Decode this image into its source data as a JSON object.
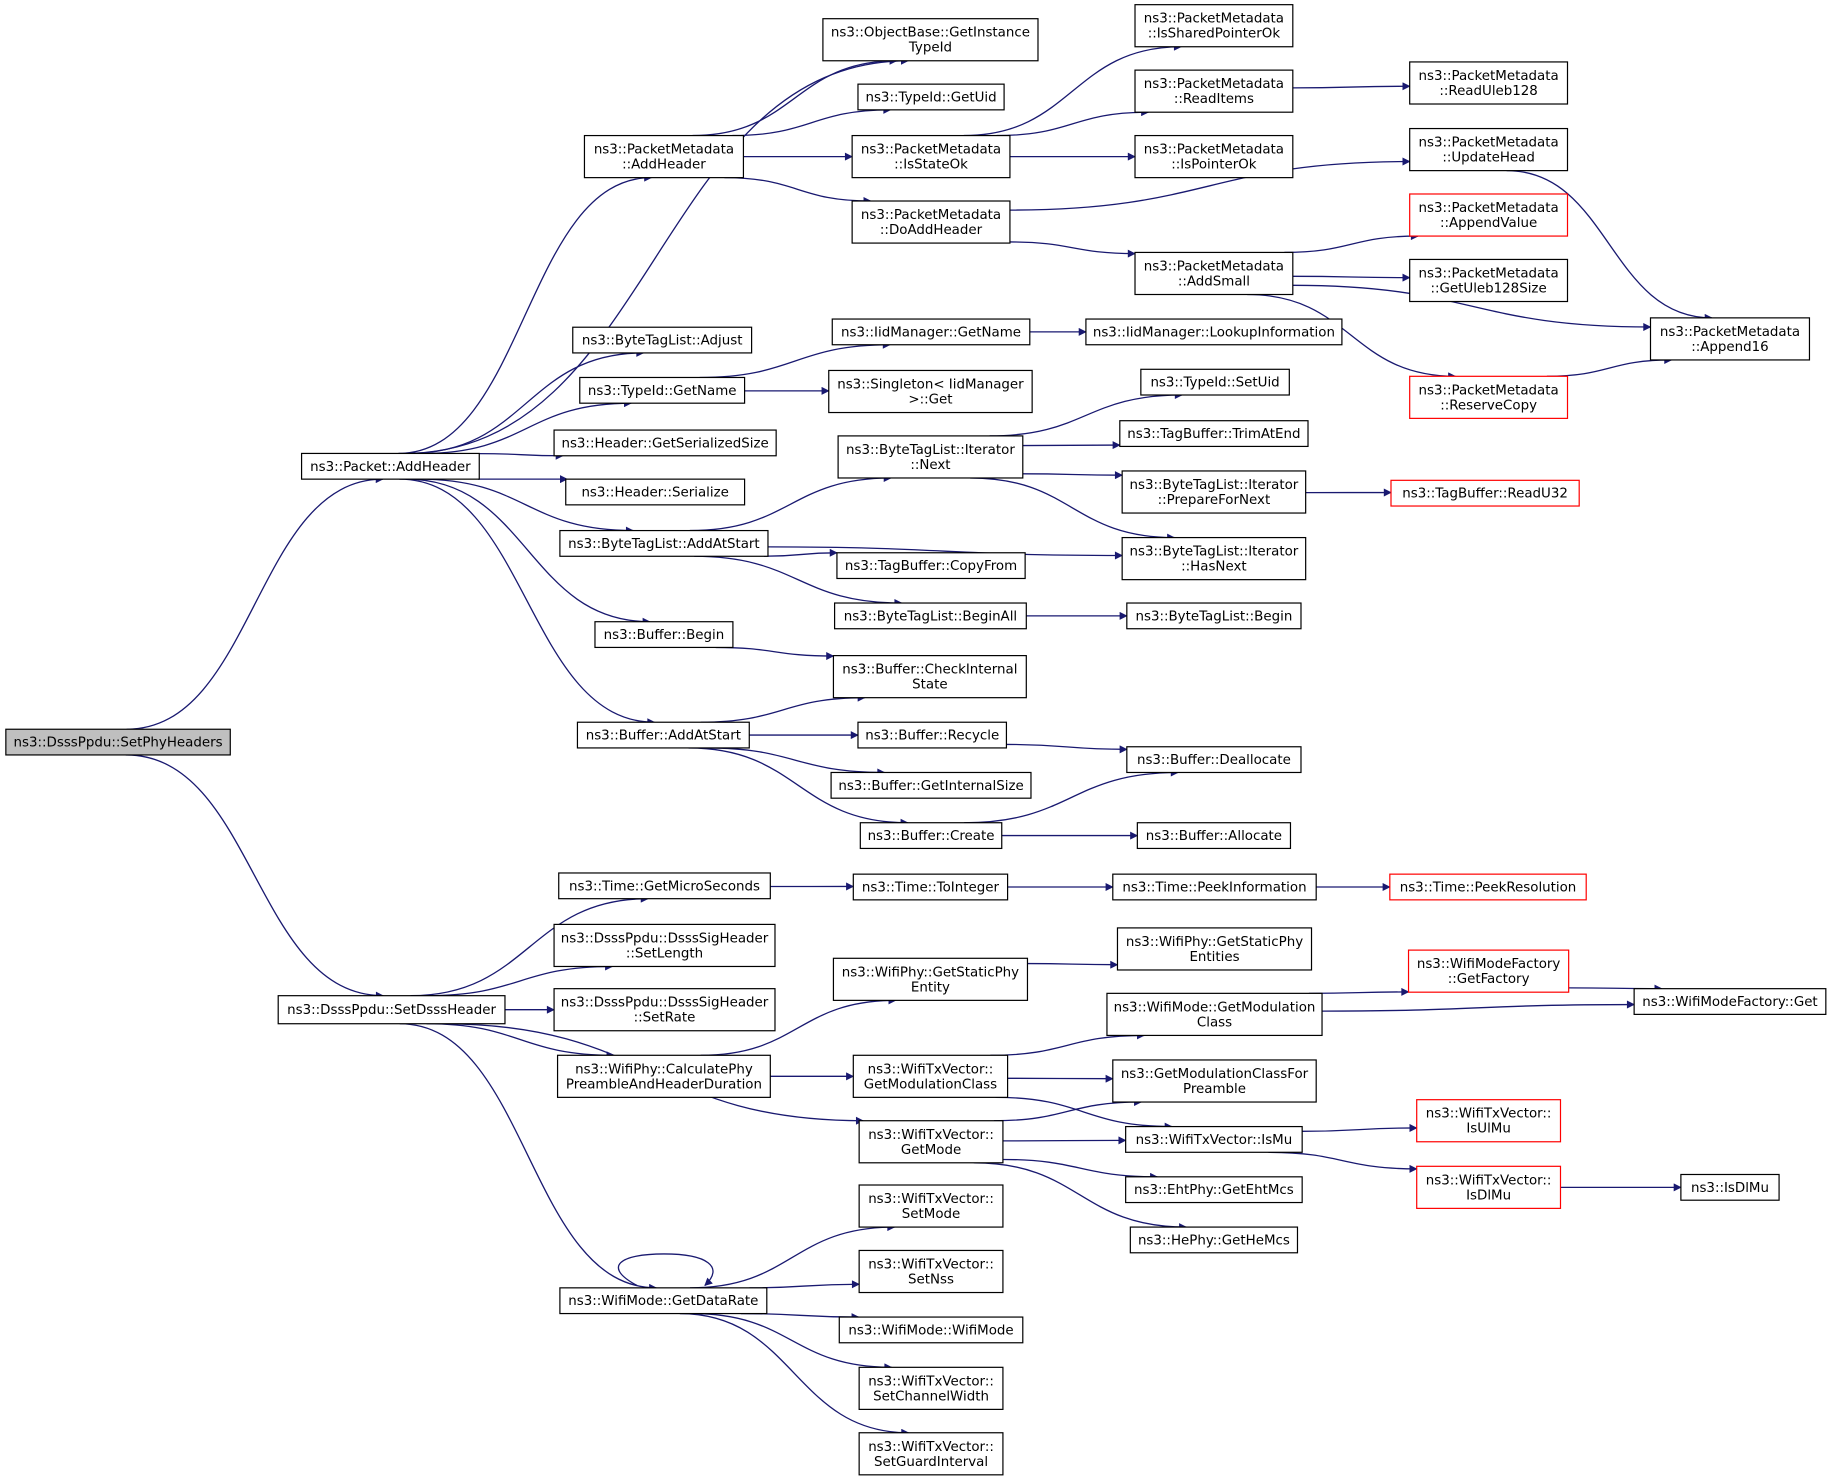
{
  "colors": {
    "node_border": "#000000",
    "node_fill": "#ffffff",
    "root_fill": "#bfbfbf",
    "truncated_border": "#ff0000",
    "edge": "#191970",
    "text": "#000000"
  },
  "nodes": {
    "n1": {
      "lines": [
        "ns3::DsssPpdu::SetPhyHeaders"
      ],
      "kind": "root"
    },
    "n2": {
      "lines": [
        "ns3::Packet::AddHeader"
      ]
    },
    "n3": {
      "lines": [
        "ns3::DsssPpdu::SetDsssHeader"
      ]
    },
    "n4": {
      "lines": [
        "ns3::PacketMetadata",
        "::AddHeader"
      ]
    },
    "n5": {
      "lines": [
        "ns3::ByteTagList::Adjust"
      ]
    },
    "n6": {
      "lines": [
        "ns3::TypeId::GetName"
      ]
    },
    "n7": {
      "lines": [
        "ns3::Header::GetSerializedSize"
      ]
    },
    "n8": {
      "lines": [
        "ns3::Header::Serialize"
      ]
    },
    "n9": {
      "lines": [
        "ns3::ByteTagList::AddAtStart"
      ]
    },
    "n10": {
      "lines": [
        "ns3::Buffer::Begin"
      ]
    },
    "n11": {
      "lines": [
        "ns3::Buffer::AddAtStart"
      ]
    },
    "n12": {
      "lines": [
        "ns3::ObjectBase::GetInstance",
        "TypeId"
      ]
    },
    "n13": {
      "lines": [
        "ns3::TypeId::GetUid"
      ]
    },
    "n14": {
      "lines": [
        "ns3::PacketMetadata",
        "::IsStateOk"
      ]
    },
    "n15": {
      "lines": [
        "ns3::PacketMetadata",
        "::DoAddHeader"
      ]
    },
    "n16": {
      "lines": [
        "ns3::IidManager::GetName"
      ]
    },
    "n17": {
      "lines": [
        "ns3::Singleton< IidManager",
        " >::Get"
      ]
    },
    "n18": {
      "lines": [
        "ns3::ByteTagList::Iterator",
        "::Next"
      ]
    },
    "n19": {
      "lines": [
        "ns3::TagBuffer::CopyFrom"
      ]
    },
    "n20": {
      "lines": [
        "ns3::ByteTagList::BeginAll"
      ]
    },
    "n21": {
      "lines": [
        "ns3::Buffer::CheckInternal",
        "State"
      ]
    },
    "n22": {
      "lines": [
        "ns3::Buffer::Recycle"
      ]
    },
    "n23": {
      "lines": [
        "ns3::Buffer::GetInternalSize"
      ]
    },
    "n24": {
      "lines": [
        "ns3::Buffer::Create"
      ]
    },
    "n25": {
      "lines": [
        "ns3::PacketMetadata",
        "::IsSharedPointerOk"
      ]
    },
    "n26": {
      "lines": [
        "ns3::PacketMetadata",
        "::ReadItems"
      ]
    },
    "n27": {
      "lines": [
        "ns3::PacketMetadata",
        "::IsPointerOk"
      ]
    },
    "n28": {
      "lines": [
        "ns3::PacketMetadata",
        "::AddSmall"
      ]
    },
    "n29": {
      "lines": [
        "ns3::IidManager::LookupInformation"
      ]
    },
    "n30": {
      "lines": [
        "ns3::TypeId::SetUid"
      ]
    },
    "n31": {
      "lines": [
        "ns3::TagBuffer::TrimAtEnd"
      ]
    },
    "n32": {
      "lines": [
        "ns3::ByteTagList::Iterator",
        "::PrepareForNext"
      ]
    },
    "n33": {
      "lines": [
        "ns3::ByteTagList::Iterator",
        "::HasNext"
      ]
    },
    "n34": {
      "lines": [
        "ns3::ByteTagList::Begin"
      ]
    },
    "n35": {
      "lines": [
        "ns3::Buffer::Deallocate"
      ]
    },
    "n36": {
      "lines": [
        "ns3::Buffer::Allocate"
      ]
    },
    "n37": {
      "lines": [
        "ns3::PacketMetadata",
        "::ReadUleb128"
      ]
    },
    "n38": {
      "lines": [
        "ns3::PacketMetadata",
        "::UpdateHead"
      ]
    },
    "n39": {
      "lines": [
        "ns3::PacketMetadata",
        "::AppendValue"
      ],
      "kind": "truncated"
    },
    "n40": {
      "lines": [
        "ns3::PacketMetadata",
        "::GetUleb128Size"
      ]
    },
    "n41": {
      "lines": [
        "ns3::PacketMetadata",
        "::ReserveCopy"
      ],
      "kind": "truncated"
    },
    "n42": {
      "lines": [
        "ns3::PacketMetadata",
        "::Append16"
      ]
    },
    "n43": {
      "lines": [
        "ns3::TagBuffer::ReadU32"
      ],
      "kind": "truncated"
    },
    "n44": {
      "lines": [
        "ns3::Time::GetMicroSeconds"
      ]
    },
    "n45": {
      "lines": [
        "ns3::DsssPpdu::DsssSigHeader",
        "::SetLength"
      ]
    },
    "n46": {
      "lines": [
        "ns3::DsssPpdu::DsssSigHeader",
        "::SetRate"
      ]
    },
    "n47": {
      "lines": [
        "ns3::WifiPhy::CalculatePhy",
        "PreambleAndHeaderDuration"
      ]
    },
    "n48": {
      "lines": [
        "ns3::WifiTxVector::",
        "GetMode"
      ]
    },
    "n49": {
      "lines": [
        "ns3::WifiMode::GetDataRate"
      ]
    },
    "n50": {
      "lines": [
        "ns3::Time::ToInteger"
      ]
    },
    "n51": {
      "lines": [
        "ns3::Time::PeekInformation"
      ]
    },
    "n52": {
      "lines": [
        "ns3::Time::PeekResolution"
      ],
      "kind": "truncated"
    },
    "n53": {
      "lines": [
        "ns3::WifiPhy::GetStaticPhy",
        "Entity"
      ]
    },
    "n54": {
      "lines": [
        "ns3::WifiPhy::GetStaticPhy",
        "Entities"
      ]
    },
    "n55": {
      "lines": [
        "ns3::WifiTxVector::",
        "GetModulationClass"
      ]
    },
    "n56": {
      "lines": [
        "ns3::WifiMode::GetModulation",
        "Class"
      ]
    },
    "n57": {
      "lines": [
        "ns3::WifiModeFactory",
        "::GetFactory"
      ],
      "kind": "truncated"
    },
    "n58": {
      "lines": [
        "ns3::WifiModeFactory::Get"
      ]
    },
    "n59": {
      "lines": [
        "ns3::GetModulationClassFor",
        "Preamble"
      ]
    },
    "n60": {
      "lines": [
        "ns3::WifiTxVector::IsMu"
      ]
    },
    "n61": {
      "lines": [
        "ns3::WifiTxVector::",
        "IsUlMu"
      ],
      "kind": "truncated"
    },
    "n62": {
      "lines": [
        "ns3::WifiTxVector::",
        "IsDlMu"
      ],
      "kind": "truncated"
    },
    "n63": {
      "lines": [
        "ns3::IsDlMu"
      ]
    },
    "n64": {
      "lines": [
        "ns3::EhtPhy::GetEhtMcs"
      ]
    },
    "n65": {
      "lines": [
        "ns3::HePhy::GetHeMcs"
      ]
    },
    "n66": {
      "lines": [
        "ns3::WifiTxVector::",
        "SetMode"
      ]
    },
    "n67": {
      "lines": [
        "ns3::WifiTxVector::",
        "SetNss"
      ]
    },
    "n68": {
      "lines": [
        "ns3::WifiMode::WifiMode"
      ]
    },
    "n69": {
      "lines": [
        "ns3::WifiTxVector::",
        "SetChannelWidth"
      ]
    },
    "n70": {
      "lines": [
        "ns3::WifiTxVector::",
        "SetGuardInterval"
      ]
    }
  },
  "edges": [
    [
      "n1",
      "n2"
    ],
    [
      "n1",
      "n3"
    ],
    [
      "n2",
      "n4"
    ],
    [
      "n2",
      "n5"
    ],
    [
      "n2",
      "n6"
    ],
    [
      "n2",
      "n7"
    ],
    [
      "n2",
      "n8"
    ],
    [
      "n2",
      "n9"
    ],
    [
      "n2",
      "n10"
    ],
    [
      "n2",
      "n11"
    ],
    [
      "n2",
      "n12"
    ],
    [
      "n4",
      "n12"
    ],
    [
      "n4",
      "n13"
    ],
    [
      "n4",
      "n14"
    ],
    [
      "n4",
      "n15"
    ],
    [
      "n14",
      "n25"
    ],
    [
      "n14",
      "n26"
    ],
    [
      "n14",
      "n27"
    ],
    [
      "n26",
      "n37"
    ],
    [
      "n15",
      "n38"
    ],
    [
      "n15",
      "n28"
    ],
    [
      "n28",
      "n39"
    ],
    [
      "n28",
      "n40"
    ],
    [
      "n28",
      "n42"
    ],
    [
      "n28",
      "n41"
    ],
    [
      "n38",
      "n42"
    ],
    [
      "n41",
      "n42"
    ],
    [
      "n6",
      "n16"
    ],
    [
      "n6",
      "n17"
    ],
    [
      "n16",
      "n29"
    ],
    [
      "n9",
      "n18"
    ],
    [
      "n9",
      "n33"
    ],
    [
      "n9",
      "n19"
    ],
    [
      "n9",
      "n20"
    ],
    [
      "n18",
      "n30"
    ],
    [
      "n18",
      "n31"
    ],
    [
      "n18",
      "n32"
    ],
    [
      "n18",
      "n33"
    ],
    [
      "n32",
      "n43"
    ],
    [
      "n20",
      "n34"
    ],
    [
      "n10",
      "n21"
    ],
    [
      "n11",
      "n21"
    ],
    [
      "n11",
      "n22"
    ],
    [
      "n11",
      "n23"
    ],
    [
      "n11",
      "n24"
    ],
    [
      "n22",
      "n35"
    ],
    [
      "n24",
      "n35"
    ],
    [
      "n24",
      "n36"
    ],
    [
      "n3",
      "n44"
    ],
    [
      "n3",
      "n45"
    ],
    [
      "n3",
      "n46"
    ],
    [
      "n3",
      "n47"
    ],
    [
      "n3",
      "n48"
    ],
    [
      "n3",
      "n49"
    ],
    [
      "n44",
      "n50"
    ],
    [
      "n50",
      "n51"
    ],
    [
      "n51",
      "n52"
    ],
    [
      "n47",
      "n53"
    ],
    [
      "n47",
      "n55"
    ],
    [
      "n53",
      "n54"
    ],
    [
      "n55",
      "n56"
    ],
    [
      "n55",
      "n59"
    ],
    [
      "n55",
      "n60"
    ],
    [
      "n56",
      "n57"
    ],
    [
      "n56",
      "n58"
    ],
    [
      "n57",
      "n58"
    ],
    [
      "n60",
      "n61"
    ],
    [
      "n60",
      "n62"
    ],
    [
      "n62",
      "n63"
    ],
    [
      "n48",
      "n59"
    ],
    [
      "n48",
      "n60"
    ],
    [
      "n48",
      "n64"
    ],
    [
      "n48",
      "n65"
    ],
    [
      "n49",
      "n49"
    ],
    [
      "n49",
      "n66"
    ],
    [
      "n49",
      "n67"
    ],
    [
      "n49",
      "n68"
    ],
    [
      "n49",
      "n69"
    ],
    [
      "n49",
      "n70"
    ]
  ]
}
